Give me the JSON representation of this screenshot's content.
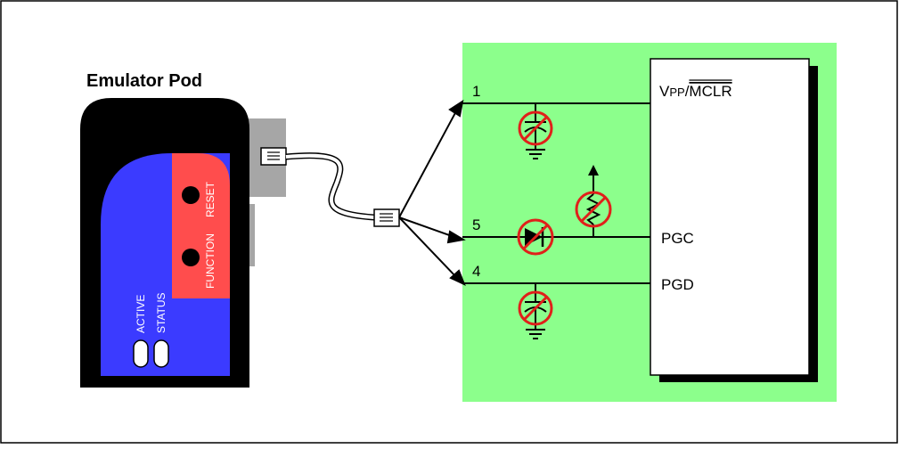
{
  "pod": {
    "title": "Emulator Pod",
    "labels": {
      "reset": "RESET",
      "function": "FUNCTION",
      "active": "ACTIVE",
      "status": "STATUS"
    }
  },
  "pins": [
    {
      "number": "1",
      "signal_prefix": "V",
      "signal_sub": "PP",
      "signal_rest": "/",
      "signal_overline": "MCLR"
    },
    {
      "number": "5",
      "signal": "PGC"
    },
    {
      "number": "4",
      "signal": "PGD"
    }
  ],
  "colors": {
    "board": "#8cff8c",
    "pod_body": "#000000",
    "pod_panel": "#3b3bff",
    "pod_reset_panel": "#ff4d4d",
    "connector": "#a6a6a6",
    "prohibit": "#e0201a"
  }
}
